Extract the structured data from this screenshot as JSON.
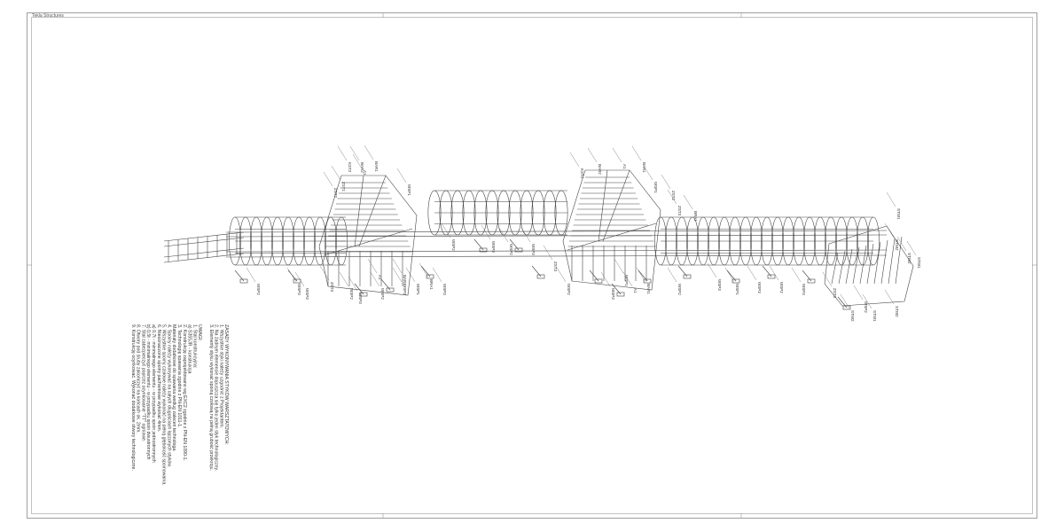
{
  "app_label": "Tekla Structures",
  "notes": {
    "joints_title": "ZASADY WYKONYWANIA STYKÓW WARSZTATOWYCH:",
    "joints": [
      "1. Wszystkie styki należy uzgodnić z Projektantem.",
      "2. Na żadnym elemencie dopuszcza się tylko jeden styk technologiczny.",
      "3. Elementy styku wykonać spoiną czołową na pełną grubość przekroju."
    ],
    "remarks_title": "UWAGI:",
    "remarks": [
      "1. Stal konstrukcyjna:",
      "a) S355JR - konstrukcja",
      "2. Konstrukcję zaprojektowano wg EXC2 zgodnie z PN-EN 1090-1.",
      "3. Technologię spawania zgodnie z PN-EN 1011-1.",
      "Materiały dodatkowe do spawania według zaleceń technologa.",
      "4. Spoiny należy wykonywać na całych długościach łączonych styków.",
      "5. Wszystkie spoiny czołowe należy wykonać na pełną głębokość spoinowania.",
      "6. Nieoznaczone spoiny pachwinowe wykonać 4mm.",
      "a) 0,7t - minimalnego elementu - w przypadku spoin jednostronnych",
      "b) 0,5t - minimalnego elementu - w przypadku spoin dwustronnych",
      "7. Stal zabezpieczyć poprzez ocynkowanie \"TT\" ogniowe.",
      "8. Otwory pod śruby zakończyć na końcach ok. 2mm.",
      "9. Konstrukcję ocynkować. Wykonać dodatkowe otwory technologiczne."
    ]
  },
  "part_labels": [
    "KST2",
    "BAR2",
    "BAR1",
    "A1",
    "ZST2",
    "ZST1",
    "WSP1",
    "KST2",
    "BAR2",
    "A1",
    "BAR1",
    "WSP1",
    "ZST2",
    "ZST3",
    "BRA1",
    "WSP2",
    "WSP3",
    "WSP3",
    "WSP2",
    "WSP3",
    "WSP2",
    "ZST3",
    "WSP2",
    "A1",
    "BAR1",
    "WSP1",
    "BRA1",
    "WSP3",
    "WSP2",
    "WSP3",
    "WSP2",
    "WSP3",
    "ZST3",
    "WSP2",
    "A1",
    "WSP1",
    "BAR1",
    "WSP3",
    "WSP2",
    "WSP3",
    "WSP1",
    "WSP3",
    "WSP2",
    "WSP3",
    "ZST3",
    "WSP2",
    "STW2",
    "STW1",
    "STW2",
    "STW1",
    "STW2",
    "STW1",
    "STW2"
  ]
}
